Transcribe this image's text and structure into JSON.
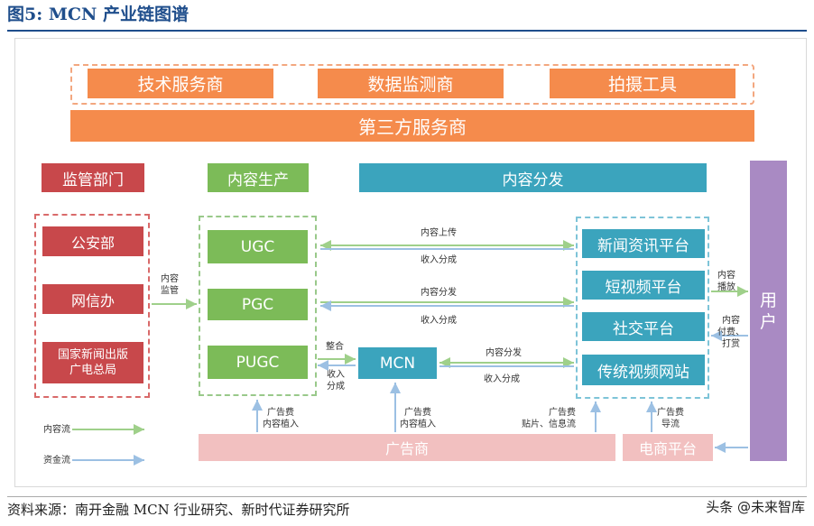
{
  "title": "图5:    MCN 产业链图谱",
  "top_services": [
    "技术服务商",
    "数据监测商",
    "拍摄工具"
  ],
  "third_party": "第三方服务商",
  "section_headers": {
    "regulation": "监管部门",
    "production": "内容生产",
    "distribution": "内容分发"
  },
  "regulators": [
    "公安部",
    "网信办",
    "国家新闻出版\n广电总局"
  ],
  "producers": [
    "UGC",
    "PGC",
    "PUGC"
  ],
  "mcn": "MCN",
  "platforms": [
    "新闻资讯平台",
    "短视频平台",
    "社交平台",
    "传统视频网站"
  ],
  "user": "用\n户",
  "advertiser": "广告商",
  "ecommerce": "电商平台",
  "labels": {
    "regulation": "内容\n监管",
    "upload": "内容上传",
    "revenue1": "收入分成",
    "distribute1": "内容分发",
    "revenue2": "收入分成",
    "integrate": "整合",
    "revenue3": "收入\n分成",
    "distribute2": "内容分发",
    "revenue4": "收入分成",
    "play": "内容\n播放",
    "pay": "内容\n付费、\n打赏",
    "ad1": "广告费\n内容植入",
    "ad2": "广告费\n内容植入",
    "ad3": "广告费\n贴片、信息流",
    "ad4": "广告费\n导流"
  },
  "legend": {
    "content_flow": "内容流",
    "money_flow": "资金流"
  },
  "colors": {
    "content_flow": "#9fd08a",
    "money_flow": "#9cc0e3",
    "orange": "#f58b4c",
    "red": "#c8484b",
    "green": "#7cbb58",
    "teal": "#3ba4bd",
    "purple": "#a98ac3",
    "pink": "#f2c0c0"
  },
  "footer": "资料来源：南开金融 MCN 行业研究、新时代证券研究所",
  "watermark": "头条 @未来智库"
}
